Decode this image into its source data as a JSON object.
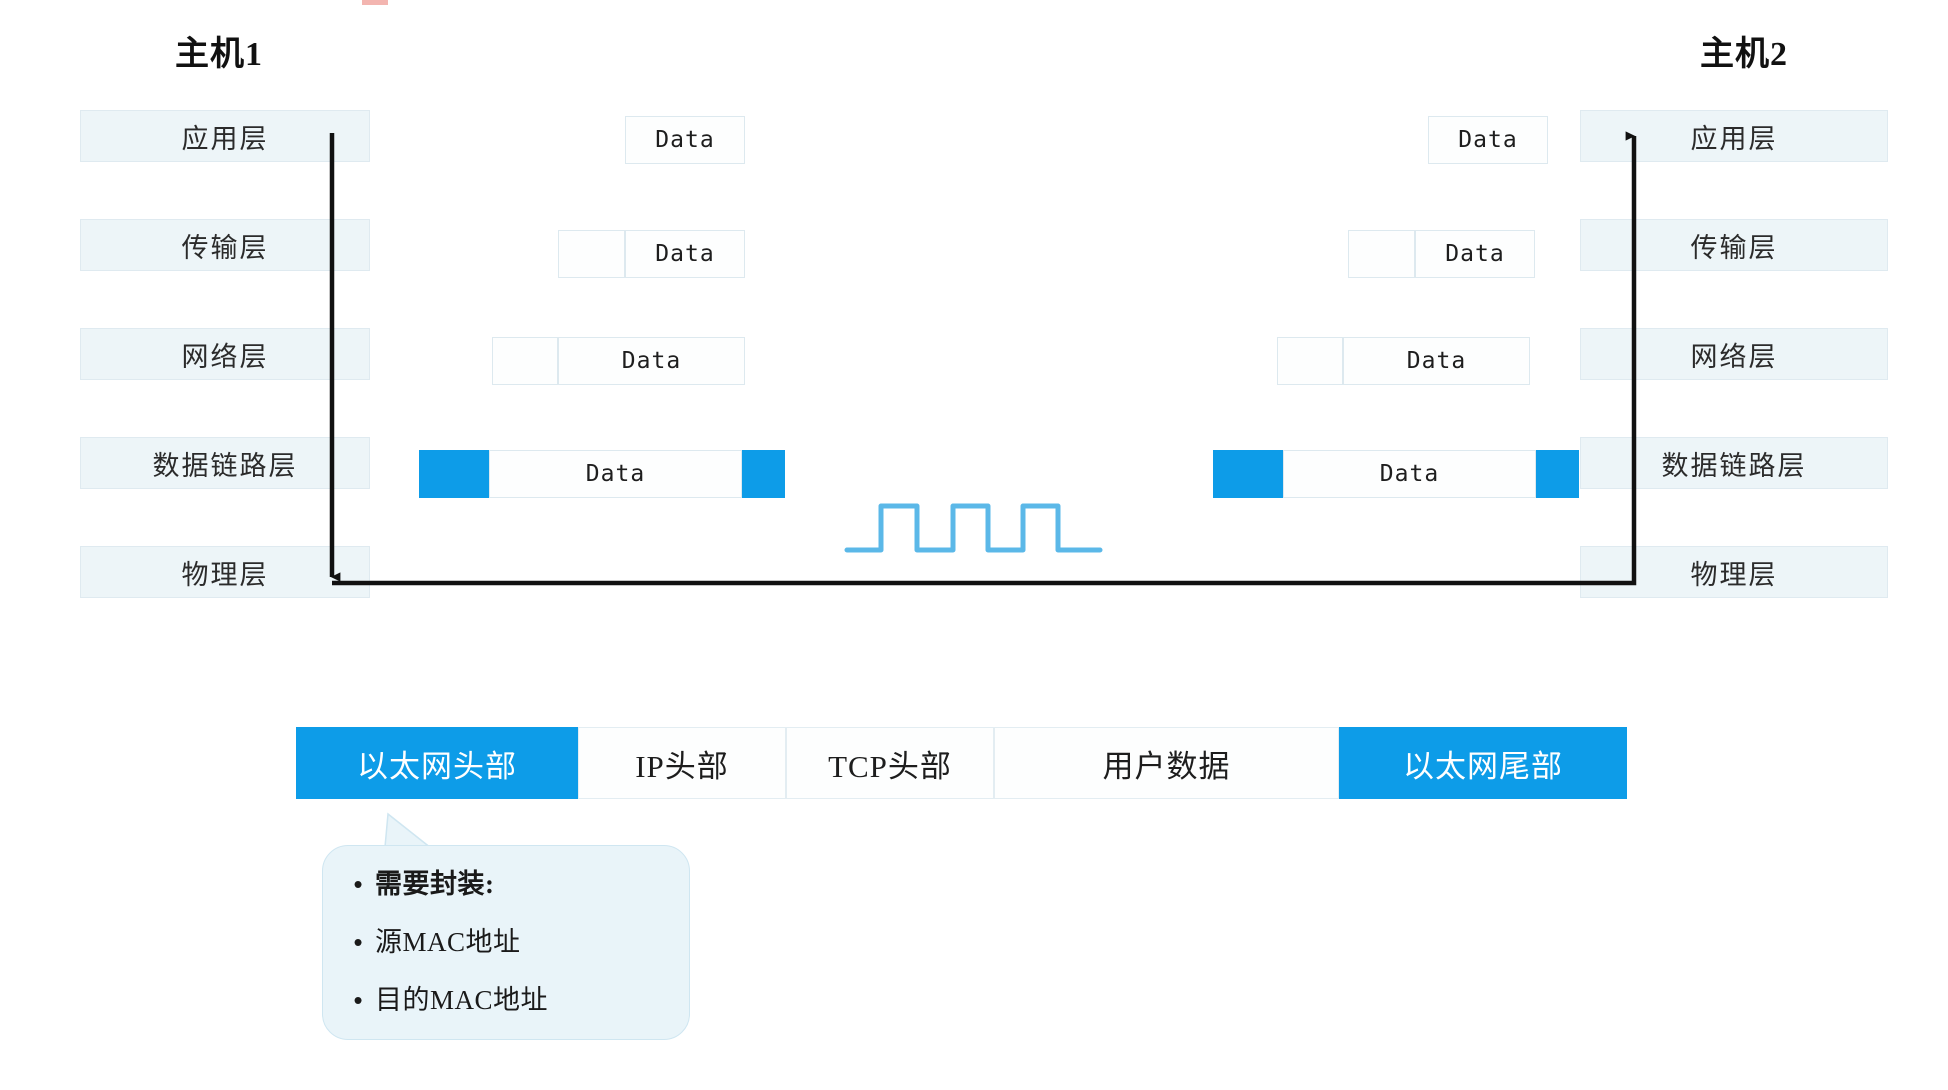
{
  "hosts": {
    "left": {
      "title": "主机1"
    },
    "right": {
      "title": "主机2"
    }
  },
  "layers": [
    {
      "name": "应用层",
      "packet_label": "Data",
      "headers": 0,
      "blue_ends": false
    },
    {
      "name": "传输层",
      "packet_label": "Data",
      "headers": 1,
      "blue_ends": false
    },
    {
      "name": "网络层",
      "packet_label": "Data",
      "headers": 1,
      "blue_ends": false
    },
    {
      "name": "数据链路层",
      "packet_label": "Data",
      "headers": 1,
      "blue_ends": true
    },
    {
      "name": "物理层",
      "packet_label": "",
      "headers": 0,
      "blue_ends": false
    }
  ],
  "signal": {
    "name": "square-wave",
    "pulses": 3,
    "color": "#5bb8e8"
  },
  "frame_bar": {
    "cells": [
      {
        "label": "以太网头部",
        "accent": true
      },
      {
        "label": "IP头部",
        "accent": false
      },
      {
        "label": "TCP头部",
        "accent": false
      },
      {
        "label": "用户数据",
        "accent": false
      },
      {
        "label": "以太网尾部",
        "accent": true
      }
    ]
  },
  "callout": {
    "bullet": "•",
    "lines": [
      {
        "text": "需要封装:",
        "bold": true
      },
      {
        "text": "源MAC地址",
        "bold": false
      },
      {
        "text": "目的MAC地址",
        "bold": false
      }
    ]
  },
  "colors": {
    "accent_blue": "#0d9ce8",
    "wave_blue": "#5bb8e8",
    "layer_fill": "#edf5f8",
    "layer_border": "#dfeaf0",
    "arrow_black": "#111111",
    "callout_fill": "#e9f4f9"
  },
  "flow": {
    "down_arrow_name": "encapsulation-down-arrow",
    "up_arrow_name": "decapsulation-up-arrow"
  }
}
